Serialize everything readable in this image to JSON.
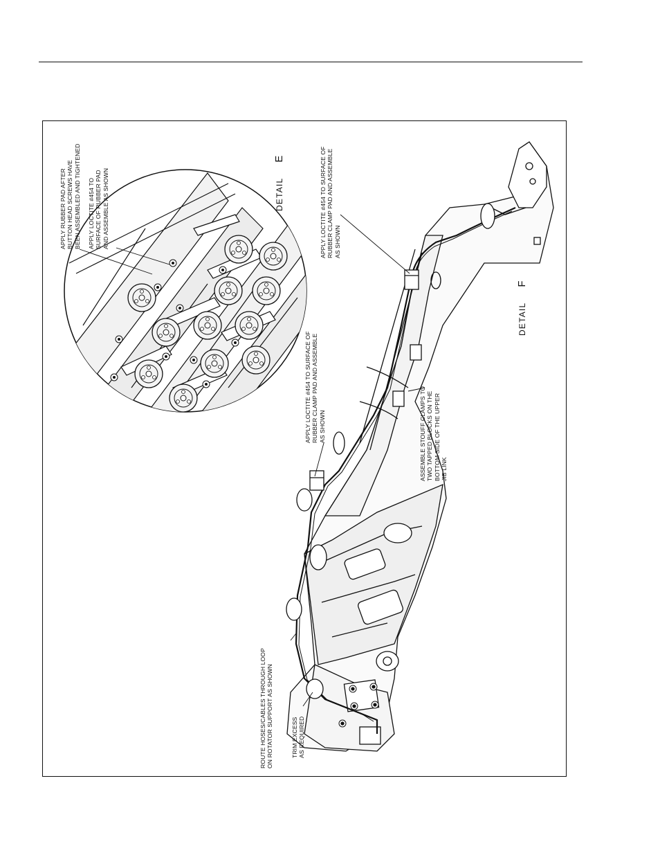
{
  "figure": {
    "detail_e": {
      "word": "DETAIL",
      "letter": "E"
    },
    "detail_f": {
      "word": "DETAIL",
      "letter": "F"
    },
    "callouts": {
      "rubber_pad": [
        "APPLY RUBBER PAD AFTER",
        "BUTTON HEAD SCREWS HAVE",
        "BEEN ASSEMBLED AND TIGHTENED"
      ],
      "loctite_rubber_pad": [
        "APPLY LOCTITE #454 TO",
        "SURFACE OF RUBBER PAD",
        "AND ASSEMBLE AS SHOWN"
      ],
      "loctite_clamp_upper": [
        "APPLY LOCTITE #454 TO SURFACE OF",
        "RUBBER CLAMP PAD AND ASSEMBLE",
        "AS SHOWN"
      ],
      "loctite_clamp_mid": [
        "APPLY LOCTITE #454 TO SURFACE OF",
        "RUBBER CLAMP PAD AND ASSEMBLE",
        "AS SHOWN"
      ],
      "stouff_clamps": [
        "ASSEMBLE STOUFF CLAMPS TO",
        "TWO TAPPED BLOCKS ON THE",
        "BOTTOM SIDE OF THE UPPER",
        "JIB LINK"
      ],
      "route_hoses": [
        "ROUTE HOSES/CABLES THROUGH LOOP",
        "ON ROTATOR SUPPORT AS SHOWN"
      ],
      "trim_excess": [
        "TRIM EXCESS",
        "AS REQUIRED"
      ]
    }
  }
}
